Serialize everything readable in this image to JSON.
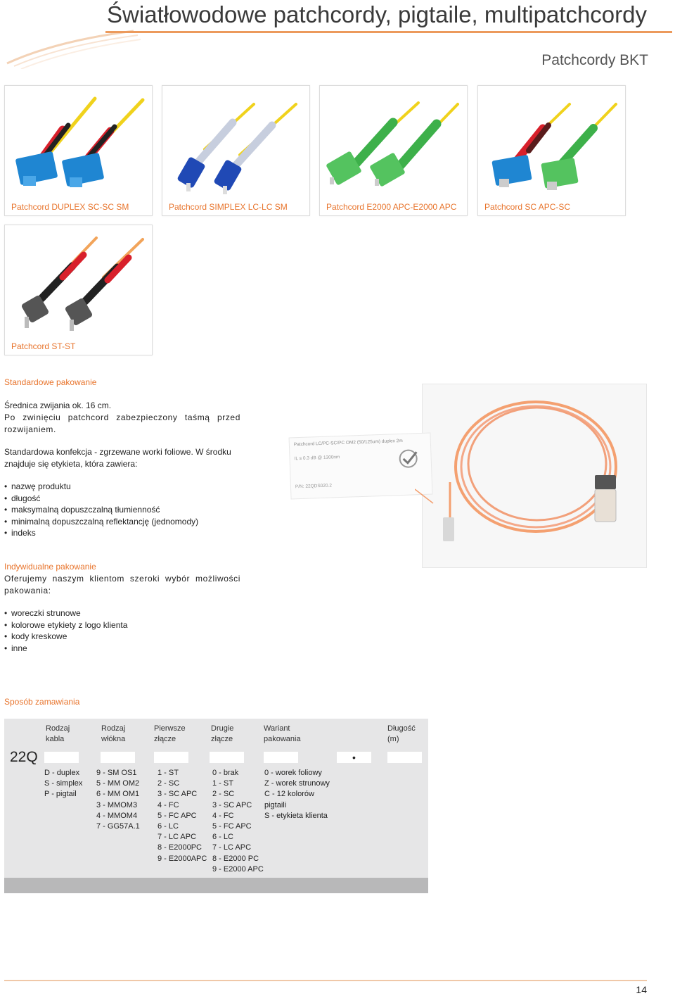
{
  "header": {
    "title": "Światłowodowe patchcordy, pigtaile, multipatchcordy",
    "subtitle": "Patchcordy BKT"
  },
  "products": [
    {
      "label": "Patchcord DUPLEX SC-SC SM",
      "connector_color": "#1f86d2",
      "boot_color": "#d8202b",
      "icon": "duplex-sc-connector-icon"
    },
    {
      "label": "Patchcord SIMPLEX LC-LC SM",
      "connector_color": "#2049b5",
      "boot_color": "#b9c2d6",
      "icon": "simplex-lc-connector-icon"
    },
    {
      "label": "Patchcord E2000 APC-E2000 APC",
      "connector_color": "#3db04a",
      "boot_color": "#3db04a",
      "icon": "e2000-connector-icon"
    },
    {
      "label": "Patchcord SC APC-SC",
      "connector_color": "#1f86d2",
      "boot_color": "#3db04a",
      "icon": "sc-apc-connector-icon"
    },
    {
      "label": "Patchcord ST-ST",
      "connector_color": "#999999",
      "boot_color": "#d8202b",
      "icon": "st-connector-icon"
    }
  ],
  "standard": {
    "heading": "Standardowe pakowanie",
    "p1": "Średnica zwijania ok. 16 cm.",
    "p2": "Po zwinięciu patchcord zabezpieczony taśmą przed rozwijaniem.",
    "p3": "Standardowa konfekcja - zgrzewane worki foliowe. W środku znajduje się etykieta, która zawiera:",
    "items": [
      "nazwę produktu",
      "długość",
      "maksymalną dopuszczalną tłumienność",
      "minimalną dopuszczalną reflektancję (jednomody)",
      "indeks"
    ]
  },
  "photo_label": {
    "line1": "Patchcord LC/PC-SC/PC OM2 (50/125um) duplex 2m",
    "line2": "IL ≤ 0.3 dB @ 1300nm",
    "line3": "P/N: 22QDS020.2"
  },
  "individual": {
    "heading": "Indywidualne pakowanie",
    "p1": "Oferujemy naszym klientom szeroki wybór możliwości pakowania:",
    "items": [
      "woreczki strunowe",
      "kolorowe etykiety z logo klienta",
      "kody kreskowe",
      "inne"
    ]
  },
  "order": {
    "heading": "Sposób zamawiania",
    "prefix": "22Q",
    "columns": [
      {
        "head1": "Rodzaj",
        "head2": "kabla",
        "options": [
          "D - duplex",
          "S - simplex",
          "P - pigtail"
        ]
      },
      {
        "head1": "Rodzaj",
        "head2": "włókna",
        "options": [
          "9 - SM OS1",
          "5 - MM OM2",
          "6 - MM OM1",
          "3 - MMOM3",
          "4 - MMOM4",
          "7 - GG57A.1"
        ]
      },
      {
        "head1": "Pierwsze",
        "head2": "złącze",
        "options": [
          "1 - ST",
          "2 - SC",
          "3 - SC APC",
          "4 - FC",
          "5 - FC APC",
          "6 - LC",
          "7 - LC APC",
          "8 - E2000PC",
          "9 - E2000APC"
        ]
      },
      {
        "head1": "Drugie",
        "head2": "złącze",
        "options": [
          "0 - brak",
          "1 - ST",
          "2 - SC",
          "3 - SC APC",
          "4 - FC",
          "5 - FC APC",
          "6 - LC",
          "7 - LC APC",
          "8 - E2000 PC",
          "9 - E2000 APC"
        ]
      },
      {
        "head1": "Wariant",
        "head2": "pakowania",
        "options": [
          "0 - worek foliowy",
          "Z - worek strunowy",
          "C - 12 kolorów",
          "pigtaili",
          "S - etykieta klienta"
        ]
      },
      {
        "head1": "Długość",
        "head2": "(m)",
        "options": []
      }
    ],
    "separator": "•"
  },
  "footer": {
    "page": "14"
  }
}
